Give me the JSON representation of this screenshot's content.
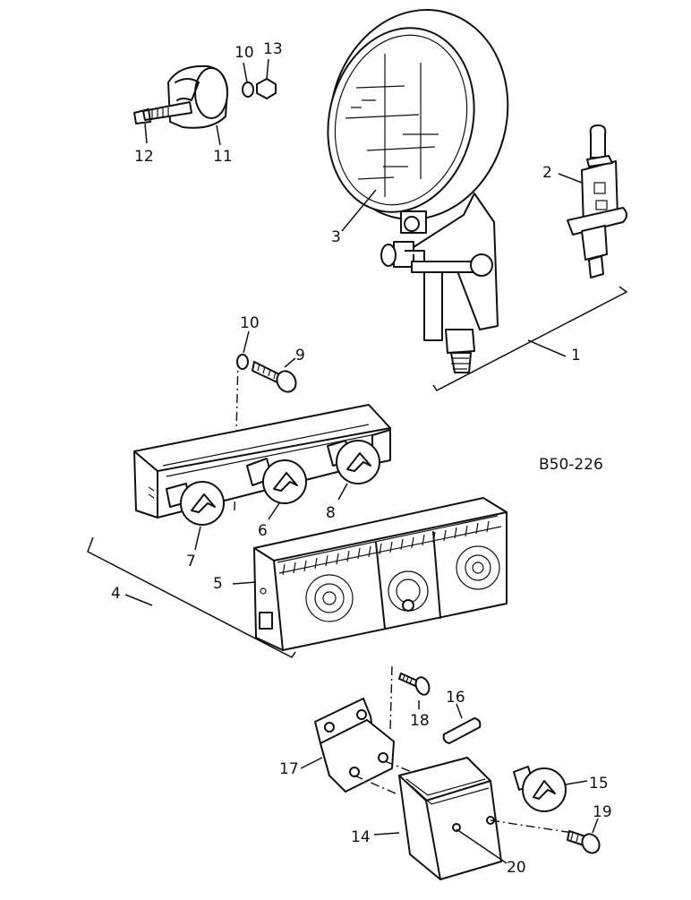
{
  "drawing_code": "B50-226",
  "callouts": [
    "1",
    "2",
    "3",
    "4",
    "5",
    "6",
    "7",
    "8",
    "9",
    "10",
    "10",
    "11",
    "12",
    "13",
    "14",
    "15",
    "16",
    "17",
    "18",
    "19",
    "20"
  ]
}
